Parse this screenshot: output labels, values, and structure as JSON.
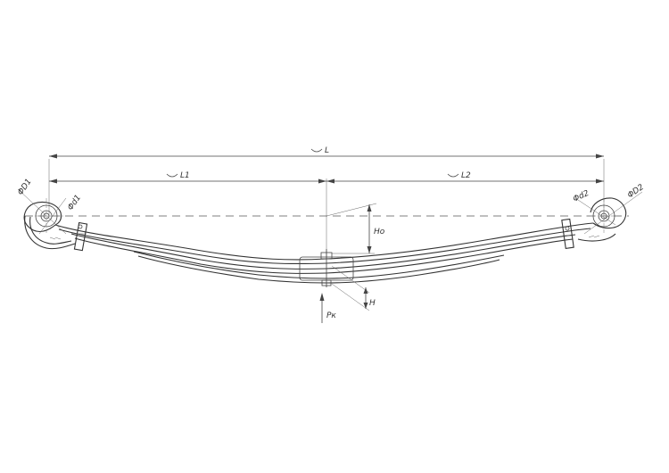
{
  "labels": {
    "total_length": "L",
    "front_length": "L1",
    "rear_length": "L2",
    "free_height": "Ho",
    "loaded_height": "H",
    "load": "Рк",
    "eye1_outer": "ΦD1",
    "eye1_inner": "Φd1",
    "eye2_outer": "ΦD2",
    "eye2_inner": "Φd2",
    "arc_symbol": "◡"
  },
  "colors": {
    "line": "#444444",
    "background": "#ffffff"
  }
}
